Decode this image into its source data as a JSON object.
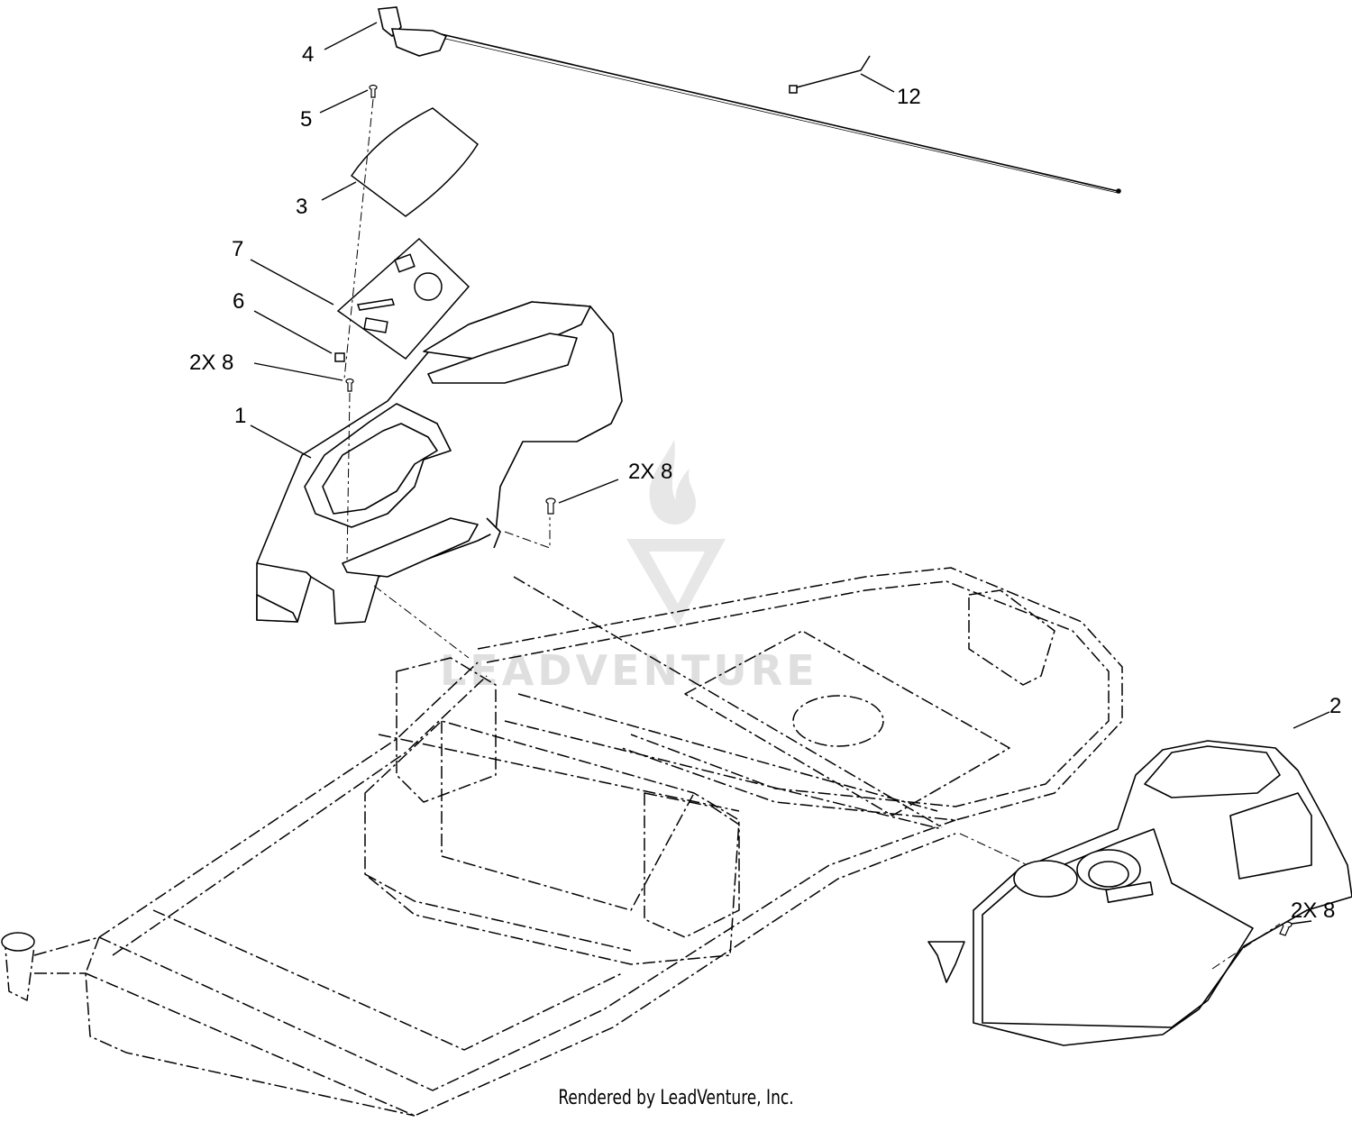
{
  "diagram": {
    "callouts": [
      {
        "id": "c4",
        "text": "4"
      },
      {
        "id": "c12",
        "text": "12"
      },
      {
        "id": "c5",
        "text": "5"
      },
      {
        "id": "c3",
        "text": "3"
      },
      {
        "id": "c7",
        "text": "7"
      },
      {
        "id": "c6",
        "text": "6"
      },
      {
        "id": "c2x8a",
        "text": "2X 8"
      },
      {
        "id": "c1",
        "text": "1"
      },
      {
        "id": "c2x8b",
        "text": "2X 8"
      },
      {
        "id": "c2",
        "text": "2"
      },
      {
        "id": "c2x8c",
        "text": "2X 8"
      }
    ],
    "watermark": "LEADVENTURE",
    "footer": "Rendered by LeadVenture, Inc."
  }
}
